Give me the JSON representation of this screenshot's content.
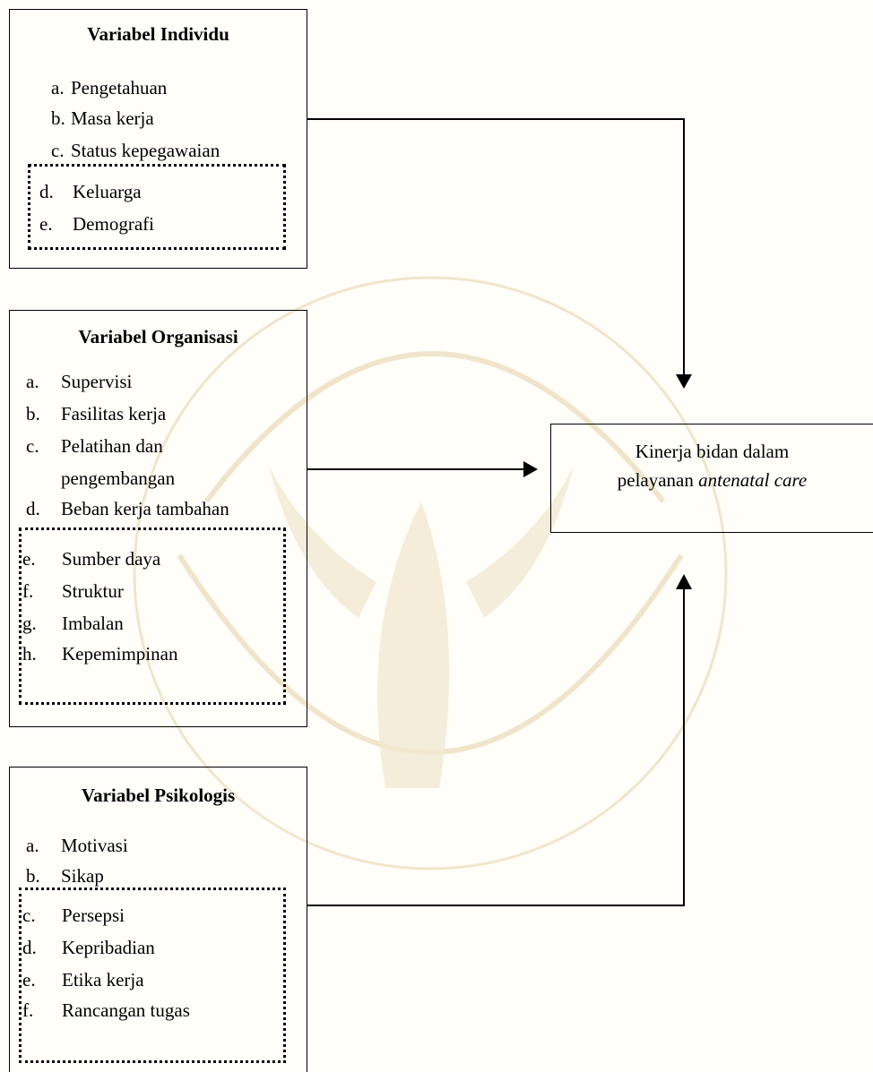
{
  "individu": {
    "title": "Variabel Individu",
    "items": [
      {
        "letter": "a.",
        "text": "Pengetahuan"
      },
      {
        "letter": "b.",
        "text": "Masa kerja"
      },
      {
        "letter": "c.",
        "text": "Status kepegawaian"
      },
      {
        "letter": "d.",
        "text": "Keluarga"
      },
      {
        "letter": "e.",
        "text": "Demografi"
      }
    ]
  },
  "organisasi": {
    "title": "Variabel Organisasi",
    "items": [
      {
        "letter": "a.",
        "text": "Supervisi"
      },
      {
        "letter": "b.",
        "text": "Fasilitas kerja"
      },
      {
        "letter": "c.",
        "text": "Pelatihan dan"
      },
      {
        "letter": "",
        "text": "pengembangan"
      },
      {
        "letter": "d.",
        "text": "Beban kerja tambahan"
      },
      {
        "letter": "e.",
        "text": "Sumber daya"
      },
      {
        "letter": "f.",
        "text": "Struktur"
      },
      {
        "letter": "g.",
        "text": "Imbalan"
      },
      {
        "letter": "h.",
        "text": "Kepemimpinan"
      }
    ]
  },
  "psikologis": {
    "title": "Variabel Psikologis",
    "items": [
      {
        "letter": "a.",
        "text": "Motivasi"
      },
      {
        "letter": "b.",
        "text": "Sikap"
      },
      {
        "letter": "c.",
        "text": "Persepsi"
      },
      {
        "letter": "d.",
        "text": "Kepribadian"
      },
      {
        "letter": "e.",
        "text": "Etika kerja"
      },
      {
        "letter": "f.",
        "text": "Rancangan tugas"
      }
    ]
  },
  "target": {
    "line1": "Kinerja bidan dalam",
    "line2_prefix": "pelayanan ",
    "line2_italic": "antenatal care"
  },
  "colors": {
    "line": "#000000",
    "watermark": "#e8d9b8"
  }
}
